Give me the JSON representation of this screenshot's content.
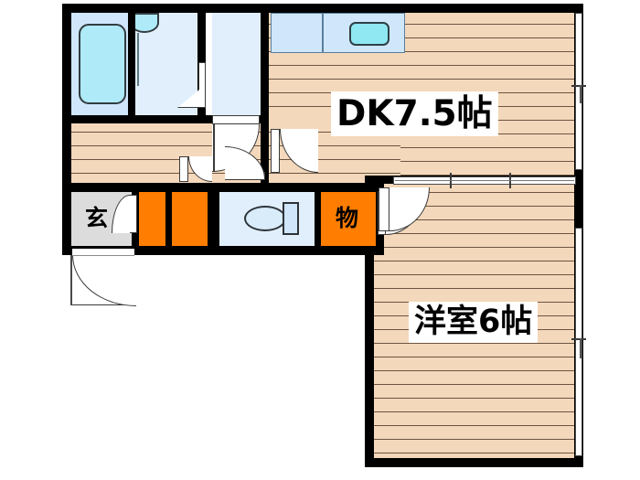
{
  "plan": {
    "type": "apartment-floor-plan",
    "unit": "帖",
    "rooms": [
      {
        "id": "dk",
        "label": "DK7.5帖",
        "name": "dining-kitchen",
        "area_jo": 7.5
      },
      {
        "id": "bedroom",
        "label": "洋室6帖",
        "name": "western-room",
        "area_jo": 6
      },
      {
        "id": "entrance",
        "label": "玄",
        "name": "genkan-entrance"
      },
      {
        "id": "storage",
        "label": "物",
        "name": "storage-closet"
      }
    ],
    "fixtures": [
      {
        "name": "bathtub",
        "label": "bathtub"
      },
      {
        "name": "wash-basin",
        "label": "wash-basin"
      },
      {
        "name": "toilet",
        "label": "toilet"
      },
      {
        "name": "kitchen-sink",
        "label": "kitchen-sink"
      }
    ],
    "colors": {
      "wall": "#000000",
      "wood_floor": "#f2d5b5",
      "tile_floor": "#e0effb",
      "closet": "#ff7d00",
      "entrance_floor": "#dcdcdc",
      "water": "#aeeaf7"
    }
  }
}
